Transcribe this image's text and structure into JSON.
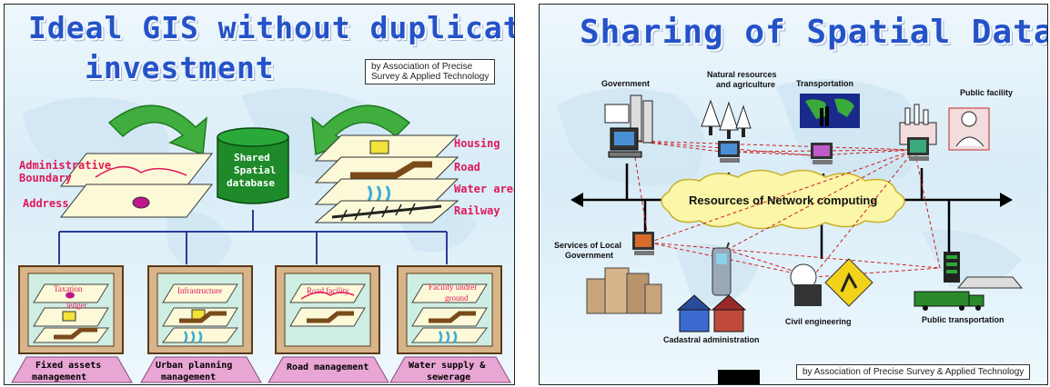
{
  "slide1": {
    "title_line1": "Ideal GIS without duplicated",
    "title_line2": "investment",
    "credit_line1": "by Association of Precise",
    "credit_line2": "Survey & Applied Technology",
    "center_line1": "Shared",
    "center_line2": "Spatial",
    "center_line3": "database",
    "left_labels": [
      "Administrative",
      "Boundary",
      "Address"
    ],
    "right_labels": [
      "Housing",
      "Road",
      "Water area",
      "Railway"
    ],
    "monitors": [
      {
        "label_line1": "Taxation",
        "label_line2": "ledger",
        "caption_line1": "Fixed assets",
        "caption_line2": "management"
      },
      {
        "label_line1": "Infrastructure",
        "label_line2": "",
        "caption_line1": "Urban planning",
        "caption_line2": "management"
      },
      {
        "label_line1": "Road facility",
        "label_line2": "",
        "caption_line1": "Road management",
        "caption_line2": ""
      },
      {
        "label_line1": "Facility undrer",
        "label_line2": "ground",
        "caption_line1": "Water supply &",
        "caption_line2": "sewerage"
      }
    ]
  },
  "slide2": {
    "title": "Sharing of Spatial Data",
    "cloud_label": "Resources of Network computing",
    "credit": "by Association of Precise Survey & Applied Technology",
    "labels": {
      "government": "Government",
      "natural_line1": "Natural resources",
      "natural_line2": "and agriculture",
      "transportation": "Transportation",
      "public_facility": "Public facility",
      "local_line1": "Services of Local",
      "local_line2": "Government",
      "civil": "Civil engineering",
      "public_transport": "Public transportation",
      "cadastral": "Cadastral administration"
    }
  }
}
